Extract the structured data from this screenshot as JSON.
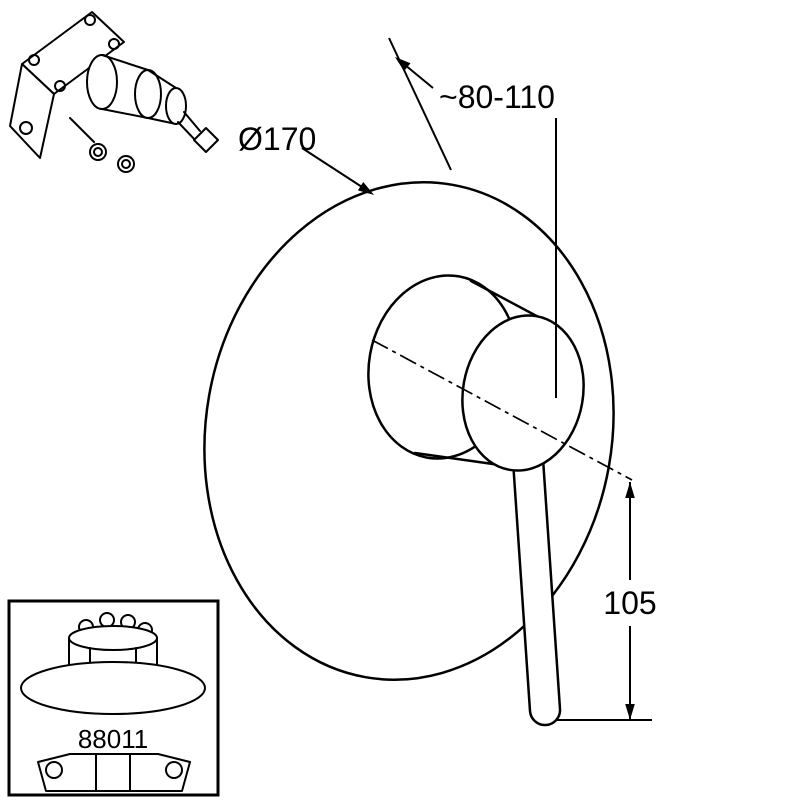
{
  "drawing": {
    "dim_diameter": "Ø170",
    "dim_depth": "~80-110",
    "dim_length": "105",
    "inset_part_number": "88011"
  },
  "colors": {
    "line": "#000000",
    "background": "#ffffff"
  }
}
